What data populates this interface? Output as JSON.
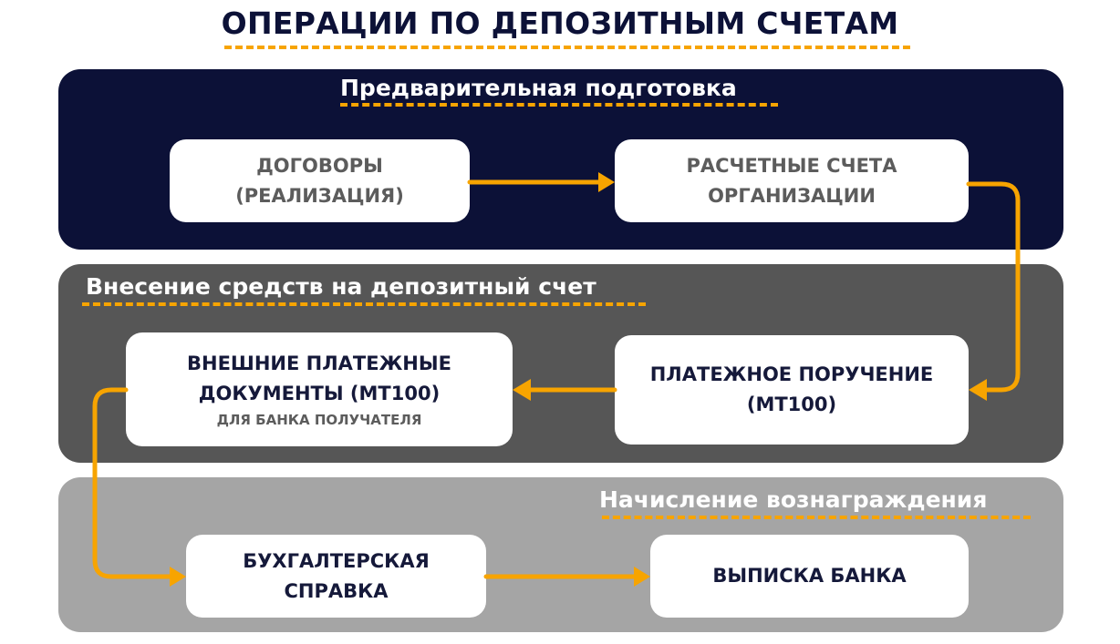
{
  "title": "ОПЕРАЦИИ ПО ДЕПОЗИТНЫМ СЧЕТАМ",
  "colors": {
    "accent": "#f7a400",
    "band_dark": "#0c1137",
    "band_mid": "#565656",
    "band_light": "#a5a5a5",
    "box": "#ffffff"
  },
  "sections": [
    {
      "title": "Предварительная подготовка",
      "boxes": [
        {
          "lines": [
            "ДОГОВОРЫ",
            "(РЕАЛИЗАЦИЯ)"
          ]
        },
        {
          "lines": [
            "РАСЧЕТНЫЕ СЧЕТА",
            "ОРГАНИЗАЦИИ"
          ]
        }
      ]
    },
    {
      "title": "Внесение средств на депозитный счет",
      "boxes": [
        {
          "lines": [
            "ВНЕШНИЕ ПЛАТЕЖНЫЕ",
            "ДОКУМЕНТЫ (МТ100)"
          ],
          "subline": "ДЛЯ БАНКА ПОЛУЧАТЕЛЯ"
        },
        {
          "lines": [
            "ПЛАТЕЖНОЕ ПОРУЧЕНИЕ",
            "(МТ100)"
          ]
        }
      ]
    },
    {
      "title": "Начисление вознаграждения",
      "boxes": [
        {
          "lines": [
            "БУХГАЛТЕРСКАЯ",
            "СПРАВКА"
          ]
        },
        {
          "lines": [
            "ВЫПИСКА БАНКА"
          ]
        }
      ]
    }
  ]
}
